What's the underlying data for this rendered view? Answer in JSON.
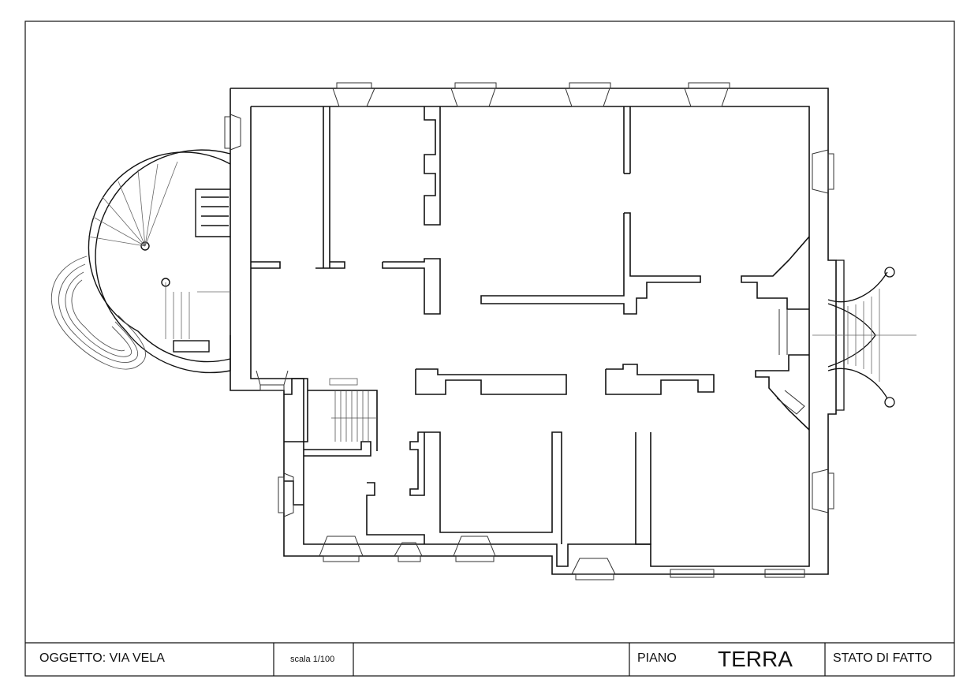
{
  "drawing": {
    "type": "architectural floor plan"
  },
  "title_block": {
    "oggetto": "OGGETTO: VIA VELA",
    "scala": "scala 1/100",
    "description": "",
    "piano_label": "PIANO",
    "piano_value": "TERRA",
    "stato": "STATO DI FATTO"
  },
  "colors": {
    "line": "#111111",
    "thin_line": "#555555",
    "background": "#ffffff"
  }
}
